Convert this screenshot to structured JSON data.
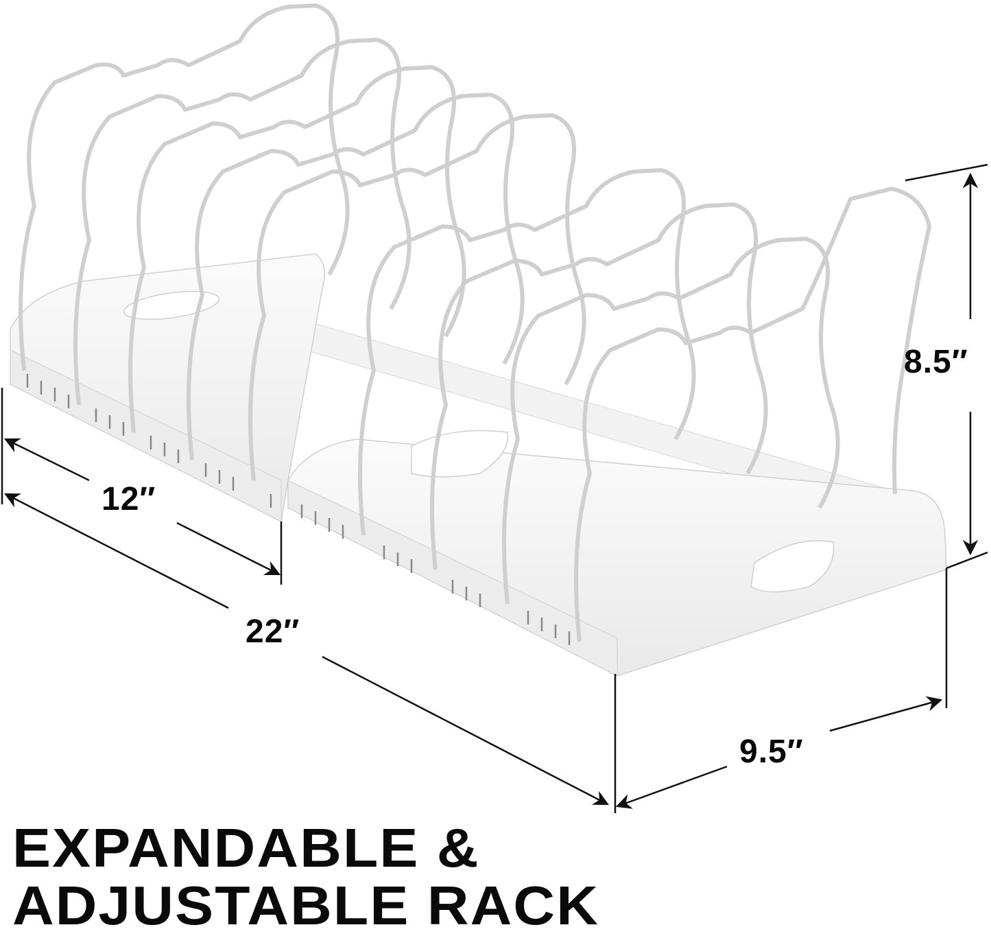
{
  "product": {
    "headline_line1": "EXPANDABLE &",
    "headline_line2": "ADJUSTABLE RACK",
    "dimensions": {
      "height": "8.5″",
      "min_length": "12″",
      "max_length": "22″",
      "width": "9.5″"
    },
    "colors": {
      "background": "#ffffff",
      "rack": "#f4f4f4",
      "rack_outline": "#c8c8c8",
      "text": "#0a0a0a",
      "dimension_lines": "#111111"
    }
  }
}
